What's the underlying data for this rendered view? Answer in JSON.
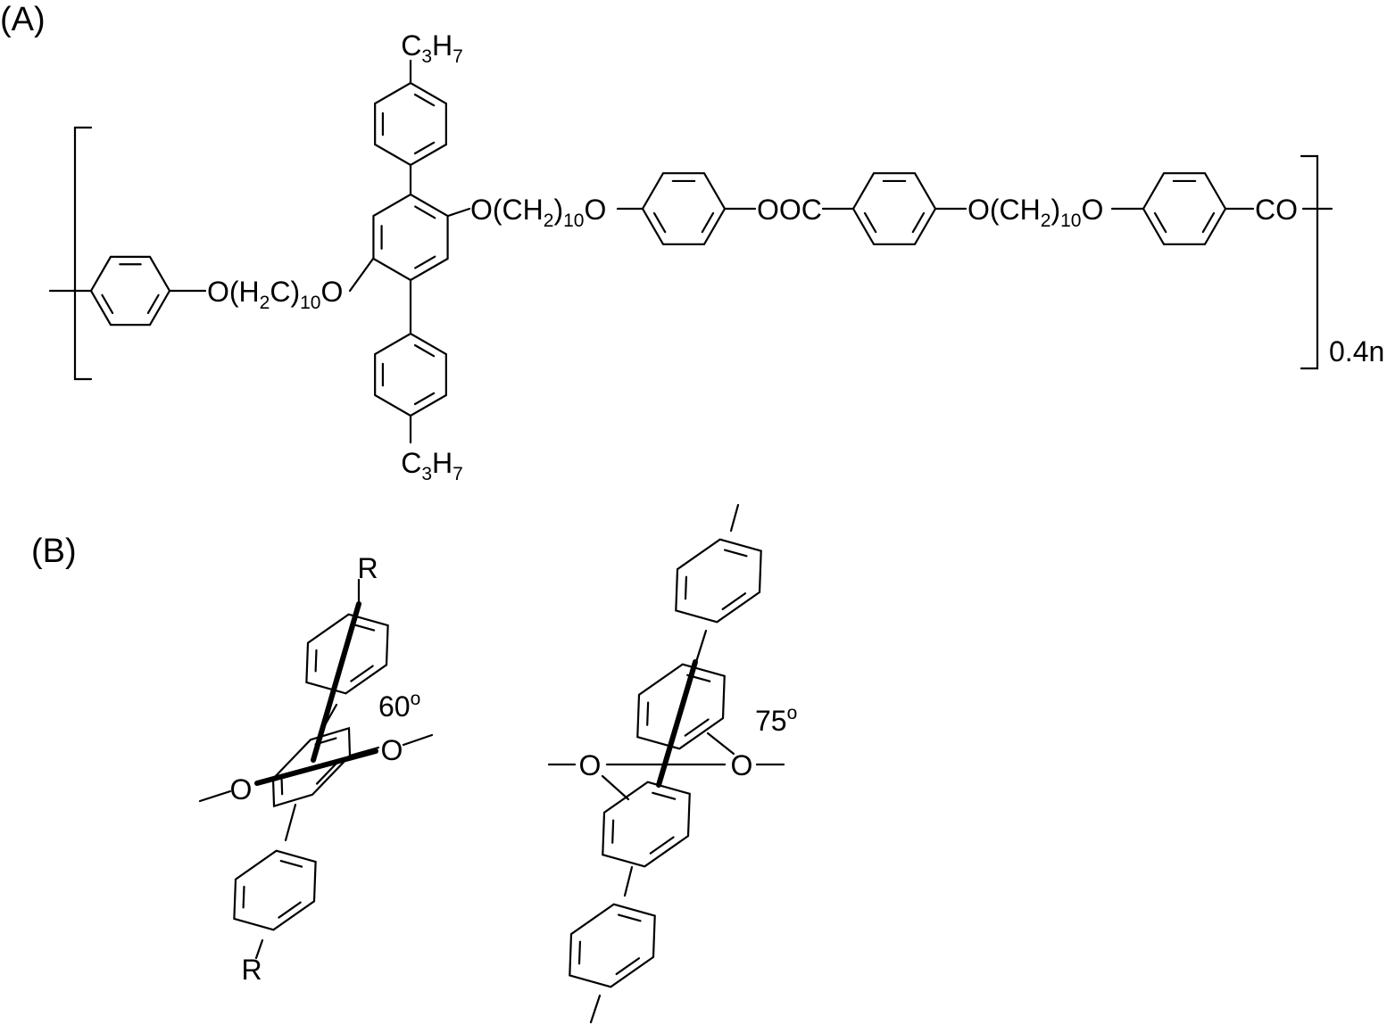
{
  "panels": {
    "a": "(A)",
    "b": "(B)"
  },
  "structure_a": {
    "propyl_top": "C3H7",
    "propyl_bottom": "C3H7",
    "spacer_left": "O(H2C)10O",
    "spacer_middle": "O(CH2)10O",
    "ester": "OOC",
    "spacer_right": "O(CH2)10O",
    "end_group": "CO",
    "repeat_subscript": "0.4n"
  },
  "structure_b": {
    "left_r_top": "R",
    "left_r_bottom": "R",
    "left_oxygen_a": "O",
    "left_oxygen_b": "O",
    "left_angle": "60o",
    "right_oxygen_a": "O",
    "right_oxygen_b": "O",
    "right_angle": "75o"
  }
}
